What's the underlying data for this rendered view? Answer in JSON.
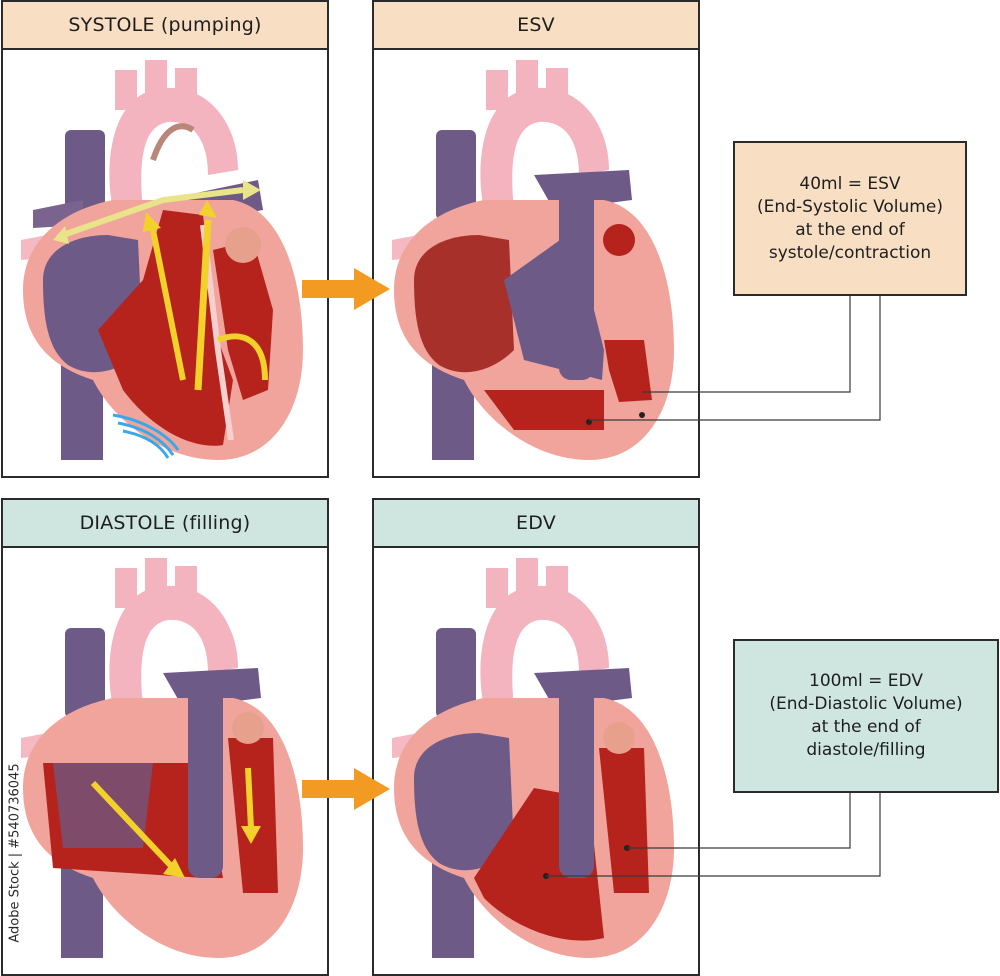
{
  "panels": {
    "systole": {
      "title": "SYSTOLE (pumping)",
      "header_color": "#f8dfc4"
    },
    "esv": {
      "title": "ESV",
      "header_color": "#f8dfc4"
    },
    "diastole": {
      "title": "DIASTOLE (filling)",
      "header_color": "#cfe6e0"
    },
    "edv": {
      "title": "EDV",
      "header_color": "#cfe6e0"
    }
  },
  "callouts": {
    "esv": {
      "lines": [
        "40ml = ESV",
        "(End-Systolic Volume)",
        "at the end of",
        "systole/contraction"
      ],
      "color": "#f8dfc4"
    },
    "edv": {
      "lines": [
        "100ml = EDV",
        "(End-Diastolic Volume)",
        "at the end of",
        "diastole/filling"
      ],
      "color": "#cfe6e0"
    }
  },
  "credit": "Adobe Stock | #540736045",
  "colors": {
    "arrow": "#f39a22",
    "flow_arrow": "#f2d22a",
    "blood": "#b5231c",
    "vein": "#6e5a86",
    "aorta": "#f3b4bf",
    "myocardium": "#f0a49c"
  }
}
